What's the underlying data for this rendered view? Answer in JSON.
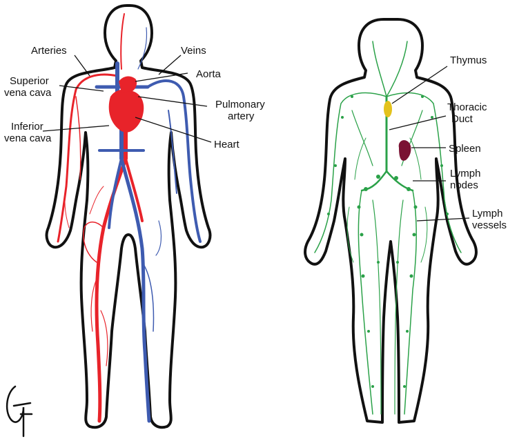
{
  "left_figure": {
    "labels": {
      "arteries": "Arteries",
      "veins": "Veins",
      "aorta": "Aorta",
      "superior_vena_cava_1": "Superior",
      "superior_vena_cava_2": "vena cava",
      "pulmonary_artery_1": "Pulmonary",
      "pulmonary_artery_2": "artery",
      "inferior_vena_cava_1": "Inferior",
      "inferior_vena_cava_2": "vena cava",
      "heart": "Heart"
    }
  },
  "right_figure": {
    "labels": {
      "thymus": "Thymus",
      "thoracic_duct_1": "Thoracic",
      "thoracic_duct_2": "Duct",
      "spleen": "Spleen",
      "lymph_nodes_1": "Lymph",
      "lymph_nodes_2": "nodes",
      "lymph_vessels_1": "Lymph",
      "lymph_vessels_2": "vessels"
    }
  },
  "colors": {
    "arteries": "#e8232a",
    "veins": "#3e5bb0",
    "lymph": "#2aa148",
    "thymus": "#e3c21c",
    "spleen": "#7a1233",
    "outline": "#111111"
  },
  "signature": "GF"
}
